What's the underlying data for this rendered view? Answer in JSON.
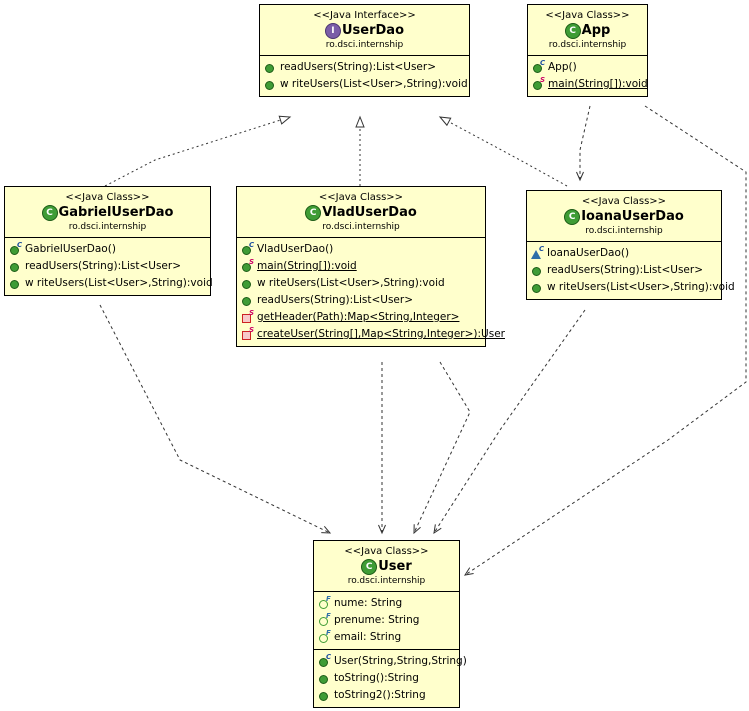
{
  "diagram": {
    "title": "UML Class Diagram",
    "colors": {
      "box_fill": "#ffffcc",
      "box_border": "#000000",
      "interface_icon": "#7b5ea7",
      "class_icon": "#3f9c35",
      "public_member": "#3f9c35",
      "private_member": "#cc2222",
      "protected_member": "#2f6fa8",
      "edge": "#333333"
    },
    "package": "ro.dsci.internship",
    "stereotype_interface": "<<Java Interface>>",
    "stereotype_class": "<<Java Class>>"
  },
  "classes": [
    {
      "id": "userdao",
      "name": "UserDao",
      "stereotype": "<<Java Interface>>",
      "package": "ro.dsci.internship",
      "kind": "interface",
      "icon": "interface-icon",
      "fields": [],
      "methods": [
        {
          "label": "readUsers(String):List<User>",
          "visibility": "public",
          "icon": "public-method-icon",
          "badge": "",
          "static": false
        },
        {
          "label": "w riteUsers(List<User>,String):void",
          "visibility": "public",
          "icon": "public-method-icon",
          "badge": "",
          "static": false
        }
      ]
    },
    {
      "id": "app",
      "name": "App",
      "stereotype": "<<Java Class>>",
      "package": "ro.dsci.internship",
      "kind": "class",
      "icon": "class-icon",
      "fields": [],
      "methods": [
        {
          "label": "App()",
          "visibility": "public",
          "icon": "public-method-icon",
          "badge": "C",
          "static": false
        },
        {
          "label": "main(String[]):void",
          "visibility": "public",
          "icon": "public-method-icon",
          "badge": "S",
          "static": true
        }
      ]
    },
    {
      "id": "gabrieluserdao",
      "name": "GabrielUserDao",
      "stereotype": "<<Java Class>>",
      "package": "ro.dsci.internship",
      "kind": "class",
      "icon": "class-icon",
      "fields": [],
      "methods": [
        {
          "label": "GabrielUserDao()",
          "visibility": "public",
          "icon": "public-method-icon",
          "badge": "C",
          "static": false
        },
        {
          "label": "readUsers(String):List<User>",
          "visibility": "public",
          "icon": "public-method-icon",
          "badge": "",
          "static": false
        },
        {
          "label": "w riteUsers(List<User>,String):void",
          "visibility": "public",
          "icon": "public-method-icon",
          "badge": "",
          "static": false
        }
      ]
    },
    {
      "id": "vladuserdao",
      "name": "VladUserDao",
      "stereotype": "<<Java Class>>",
      "package": "ro.dsci.internship",
      "kind": "class",
      "icon": "class-icon",
      "fields": [],
      "methods": [
        {
          "label": "VladUserDao()",
          "visibility": "public",
          "icon": "public-method-icon",
          "badge": "C",
          "static": false
        },
        {
          "label": "main(String[]):void",
          "visibility": "public",
          "icon": "public-method-icon",
          "badge": "S",
          "static": true
        },
        {
          "label": "w riteUsers(List<User>,String):void",
          "visibility": "public",
          "icon": "public-method-icon",
          "badge": "",
          "static": false
        },
        {
          "label": "readUsers(String):List<User>",
          "visibility": "public",
          "icon": "public-method-icon",
          "badge": "",
          "static": false
        },
        {
          "label": "getHeader(Path):Map<String,Integer>",
          "visibility": "private",
          "icon": "private-method-icon",
          "badge": "S",
          "static": true
        },
        {
          "label": "createUser(String[],Map<String,Integer>):User",
          "visibility": "private",
          "icon": "private-method-icon",
          "badge": "S",
          "static": true
        }
      ]
    },
    {
      "id": "ioanauserdao",
      "name": "IoanaUserDao",
      "stereotype": "<<Java Class>>",
      "package": "ro.dsci.internship",
      "kind": "class",
      "icon": "class-icon",
      "fields": [],
      "methods": [
        {
          "label": "IoanaUserDao()",
          "visibility": "protected",
          "icon": "protected-method-icon",
          "badge": "C",
          "static": false
        },
        {
          "label": "readUsers(String):List<User>",
          "visibility": "public",
          "icon": "public-method-icon",
          "badge": "",
          "static": false
        },
        {
          "label": "w riteUsers(List<User>,String):void",
          "visibility": "public",
          "icon": "public-method-icon",
          "badge": "",
          "static": false
        }
      ]
    },
    {
      "id": "user",
      "name": "User",
      "stereotype": "<<Java Class>>",
      "package": "ro.dsci.internship",
      "kind": "class",
      "icon": "class-icon",
      "fields": [
        {
          "label": "nume: String",
          "visibility": "package",
          "icon": "field-icon",
          "badge": "F",
          "static": false
        },
        {
          "label": "prenume: String",
          "visibility": "package",
          "icon": "field-icon",
          "badge": "F",
          "static": false
        },
        {
          "label": "email: String",
          "visibility": "package",
          "icon": "field-icon",
          "badge": "F",
          "static": false
        }
      ],
      "methods": [
        {
          "label": "User(String,String,String)",
          "visibility": "public",
          "icon": "public-method-icon",
          "badge": "C",
          "static": false
        },
        {
          "label": "toString():String",
          "visibility": "public",
          "icon": "public-method-icon",
          "badge": "",
          "static": false
        },
        {
          "label": "toString2():String",
          "visibility": "public",
          "icon": "public-method-icon",
          "badge": "",
          "static": false
        }
      ]
    }
  ],
  "relations": [
    {
      "from": "gabrieluserdao",
      "to": "userdao",
      "type": "realization",
      "name": "edge-gabrieluserdao-implements-userdao"
    },
    {
      "from": "vladuserdao",
      "to": "userdao",
      "type": "realization",
      "name": "edge-vladuserdao-implements-userdao"
    },
    {
      "from": "ioanauserdao",
      "to": "userdao",
      "type": "realization",
      "name": "edge-ioanauserdao-implements-userdao"
    },
    {
      "from": "app",
      "to": "ioanauserdao",
      "type": "dependency",
      "name": "edge-app-uses-ioanauserdao"
    },
    {
      "from": "app",
      "to": "user",
      "type": "dependency",
      "name": "edge-app-uses-user"
    },
    {
      "from": "gabrieluserdao",
      "to": "user",
      "type": "dependency",
      "name": "edge-gabrieluserdao-uses-user"
    },
    {
      "from": "vladuserdao",
      "to": "user",
      "type": "dependency",
      "name": "edge-vladuserdao-uses-user"
    },
    {
      "from": "vladuserdao",
      "to": "user",
      "type": "dependency",
      "name": "edge-vladuserdao-uses-user-2"
    },
    {
      "from": "ioanauserdao",
      "to": "user",
      "type": "dependency",
      "name": "edge-ioanauserdao-uses-user"
    }
  ]
}
